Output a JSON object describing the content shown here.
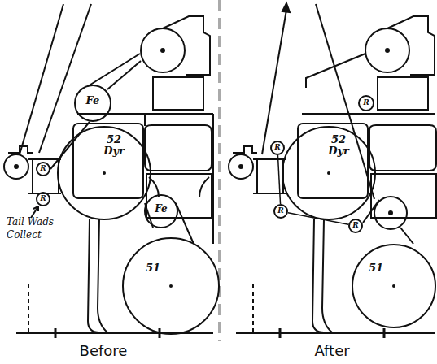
{
  "diagram": {
    "nodes": [
      {
        "text": [
          "Fe"
        ]
      },
      {
        "text": [
          "52",
          "Dyr"
        ]
      },
      {
        "text": [
          "R"
        ]
      },
      {
        "text": [
          "R"
        ]
      },
      {
        "text": [
          "Fe"
        ]
      },
      {
        "text": [
          "51"
        ]
      },
      {
        "text": [
          "R"
        ]
      },
      {
        "text": [
          "R"
        ]
      },
      {
        "text": [
          "52",
          "Dyr"
        ]
      },
      {
        "text": [
          "R"
        ]
      },
      {
        "text": [
          "R"
        ]
      },
      {
        "text": [
          "51"
        ]
      }
    ],
    "edges": [
      {
        "from": 6,
        "to": 9,
        "arrow": "none"
      },
      {
        "from": 9,
        "to": 10,
        "arrow": "none"
      }
    ],
    "labels": [
      "Tail Wads Collect",
      "Before",
      "After"
    ]
  }
}
